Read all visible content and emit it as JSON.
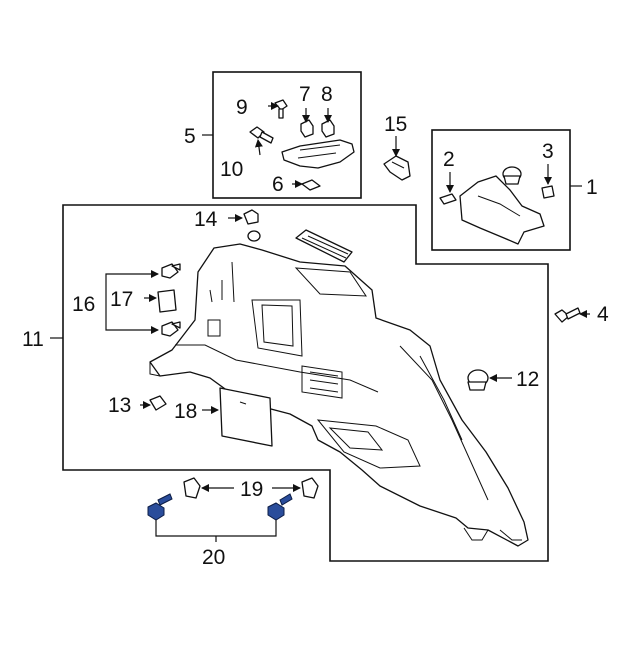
{
  "callouts": [
    "1",
    "2",
    "3",
    "4",
    "5",
    "6",
    "7",
    "8",
    "9",
    "10",
    "11",
    "12",
    "13",
    "14",
    "15",
    "16",
    "17",
    "18",
    "19",
    "20"
  ],
  "colors": {
    "line": "#111111",
    "highlight": "#2a4d9b",
    "background": "#ffffff"
  }
}
